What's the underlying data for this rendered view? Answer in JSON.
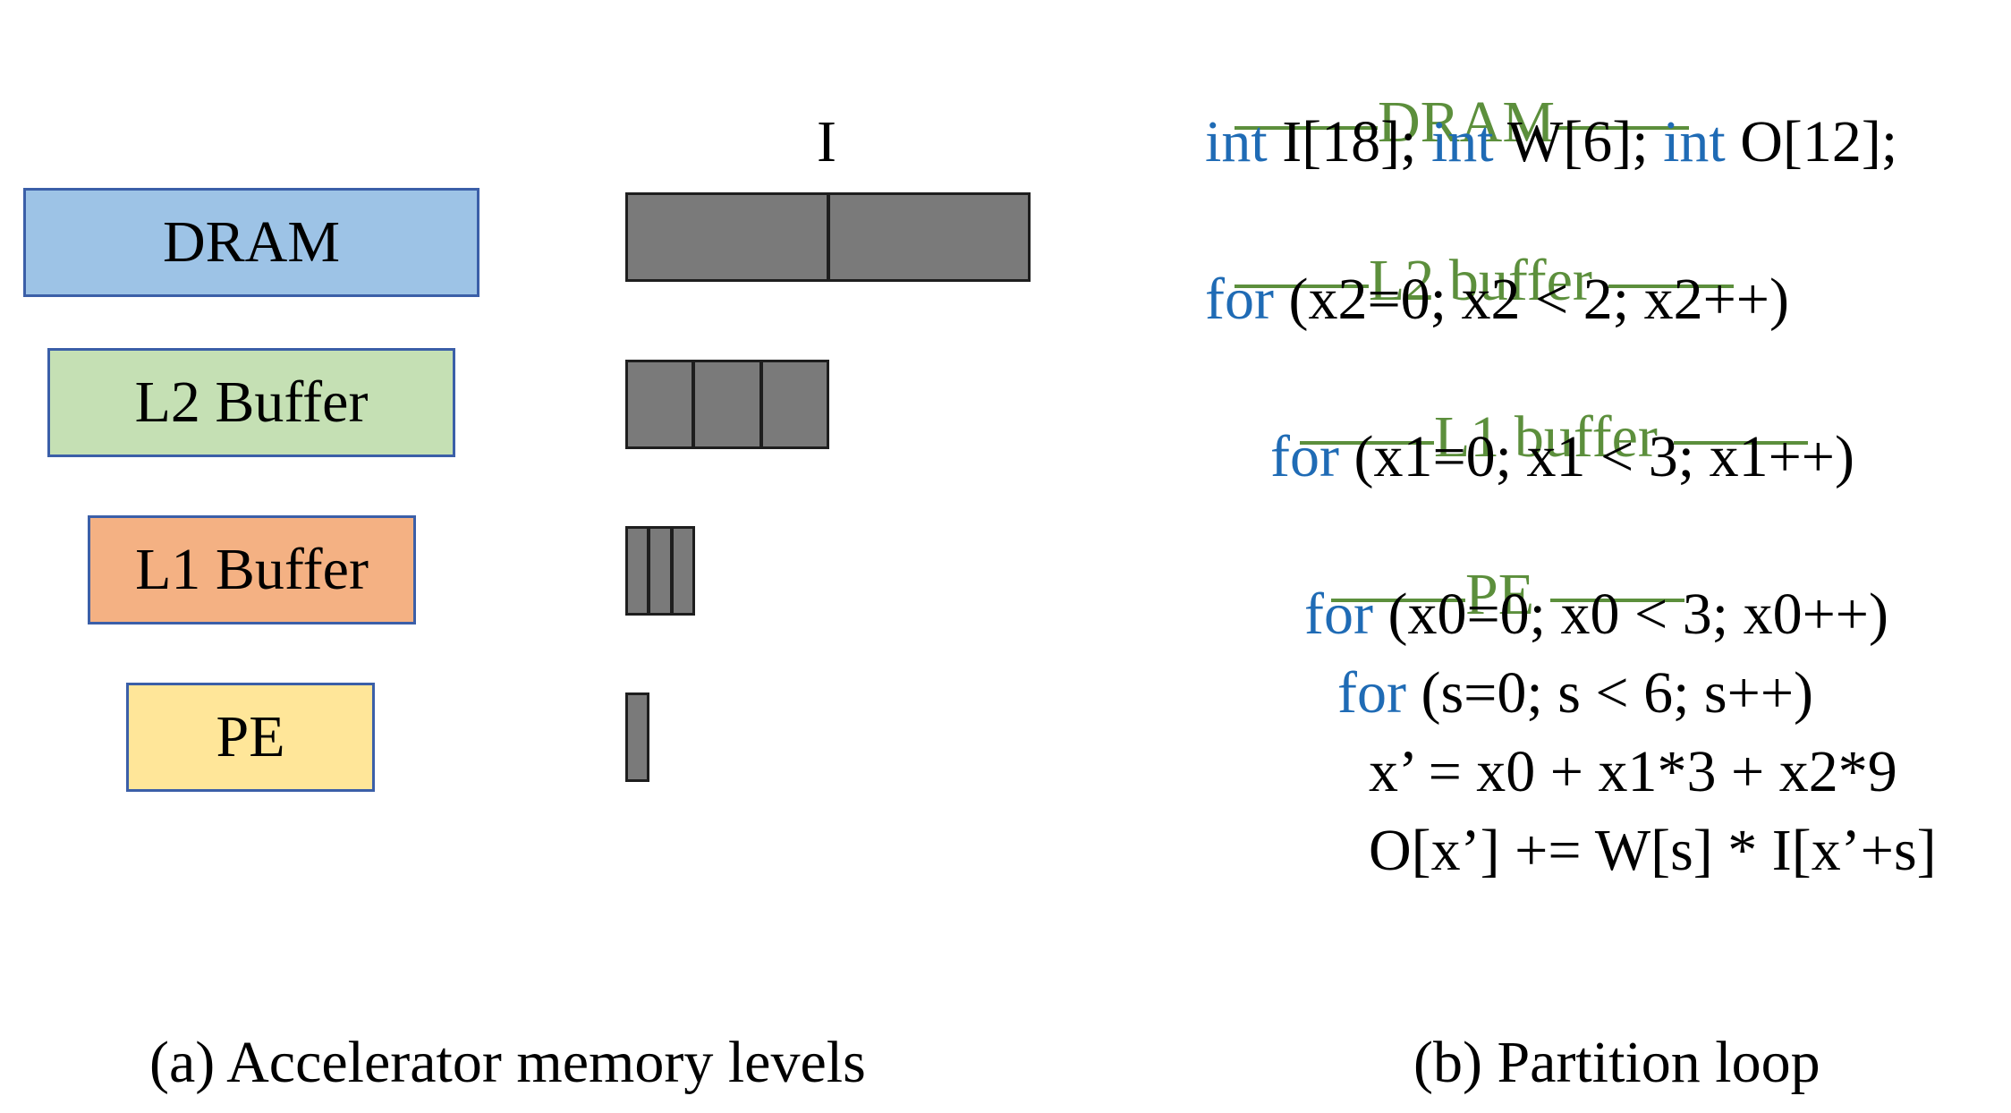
{
  "levels": [
    {
      "label": "DRAM",
      "color": "#9dc3e6"
    },
    {
      "label": "L2 Buffer",
      "color": "#c5e0b4"
    },
    {
      "label": "L1 Buffer",
      "color": "#f4b183"
    },
    {
      "label": "PE",
      "color": "#ffe699"
    }
  ],
  "tensor_label": "I",
  "tiles": {
    "dram_segments": 2,
    "l2_segments": 3,
    "l1_segments": 3,
    "pe_segments": 1
  },
  "code": {
    "dram_header": "DRAM",
    "decl": {
      "kw1": "int",
      "t1": " I[18]; ",
      "kw2": "int",
      "t2": " W[6]; ",
      "kw3": "int",
      "t3": " O[12];"
    },
    "l2_header": "L2 buffer",
    "for_x2": {
      "kw": "for",
      "rest": " (x2=0; x2 < 2; x2++)"
    },
    "l1_header": "L1 buffer",
    "for_x1": {
      "kw": "for",
      "rest": " (x1=0; x1 < 3; x1++)"
    },
    "pe_header": "PE",
    "for_x0": {
      "kw": "for",
      "rest": " (x0=0; x0 < 3; x0++)"
    },
    "for_s": {
      "kw": "for",
      "rest": " (s=0; s < 6; s++)"
    },
    "xprime": "x’ = x0 + x1*3 + x2*9",
    "accum": "O[x’] += W[s] * I[x’+s]"
  },
  "captions": {
    "a": "(a) Accelerator memory levels",
    "b": "(b) Partition loop"
  },
  "colors": {
    "keyword": "#1f6bb5",
    "section_header": "#5c8f3c",
    "tile_fill": "#7a7a7a",
    "box_border": "#3b5fa8"
  }
}
